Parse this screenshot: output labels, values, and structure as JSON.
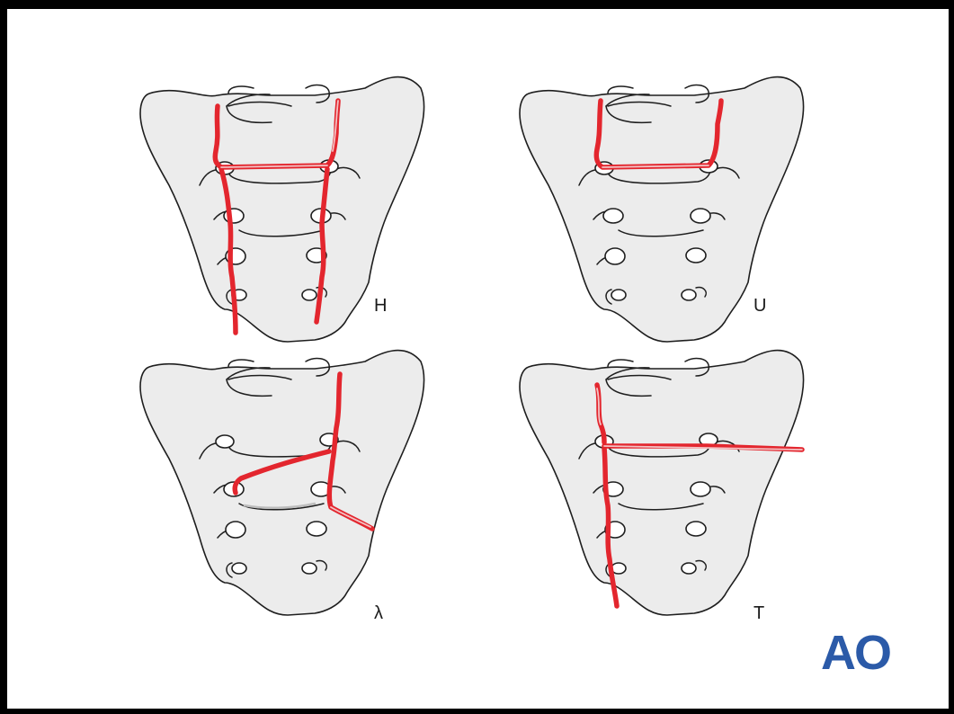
{
  "panels": [
    {
      "id": "H",
      "label": "H"
    },
    {
      "id": "U",
      "label": "U"
    },
    {
      "id": "lambda",
      "label": "λ"
    },
    {
      "id": "T",
      "label": "T"
    }
  ],
  "logo": {
    "text": "AO",
    "color": "#2b5aa8"
  },
  "colors": {
    "fracture": "#e3262e",
    "bone": "#ececec",
    "outline": "#1e1e1e",
    "background": "#ffffff"
  }
}
